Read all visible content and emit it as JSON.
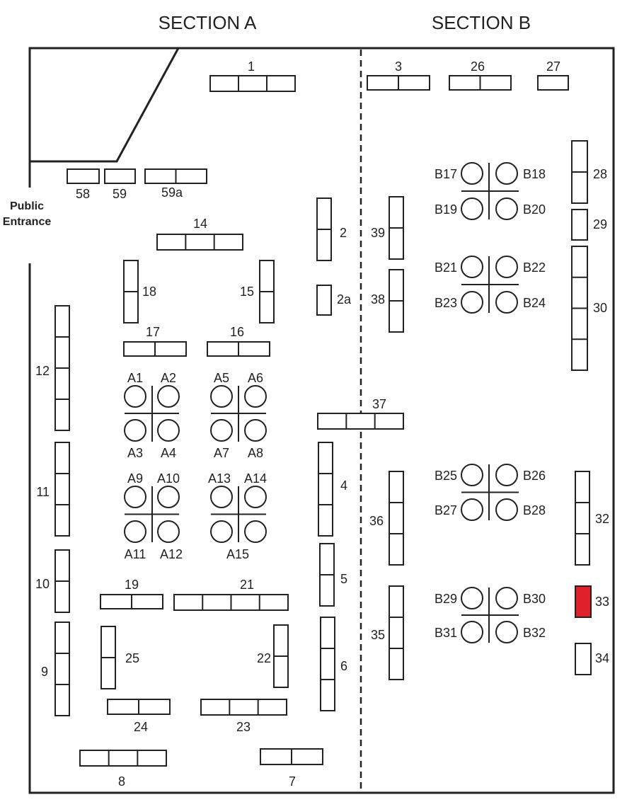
{
  "sections": {
    "a": "SECTION A",
    "b": "SECTION B"
  },
  "entrance": {
    "line1": "Public",
    "line2": "Entrance"
  },
  "colors": {
    "highlight": "#e0202a",
    "outline": "#222222"
  },
  "booths": [
    {
      "id": "b1",
      "label": "1",
      "cells": 3
    },
    {
      "id": "b3",
      "label": "3",
      "cells": 2
    },
    {
      "id": "b26",
      "label": "26",
      "cells": 2
    },
    {
      "id": "b27",
      "label": "27",
      "cells": 1
    },
    {
      "id": "b58",
      "label": "58",
      "cells": 1
    },
    {
      "id": "b59",
      "label": "59",
      "cells": 1
    },
    {
      "id": "b59a",
      "label": "59a",
      "cells": 2
    },
    {
      "id": "b14",
      "label": "14",
      "cells": 3
    },
    {
      "id": "b2",
      "label": "2",
      "cells": 2
    },
    {
      "id": "b2a",
      "label": "2a",
      "cells": 1
    },
    {
      "id": "b39",
      "label": "39",
      "cells": 2
    },
    {
      "id": "b38",
      "label": "38",
      "cells": 2
    },
    {
      "id": "b18",
      "label": "18",
      "cells": 2
    },
    {
      "id": "b15",
      "label": "15",
      "cells": 2
    },
    {
      "id": "b17",
      "label": "17",
      "cells": 2
    },
    {
      "id": "b16",
      "label": "16",
      "cells": 2
    },
    {
      "id": "b12",
      "label": "12",
      "cells": 4
    },
    {
      "id": "b37",
      "label": "37",
      "cells": 3
    },
    {
      "id": "b11",
      "label": "11",
      "cells": 3
    },
    {
      "id": "b4",
      "label": "4",
      "cells": 3
    },
    {
      "id": "b36",
      "label": "36",
      "cells": 3
    },
    {
      "id": "b10",
      "label": "10",
      "cells": 2
    },
    {
      "id": "b5",
      "label": "5",
      "cells": 2
    },
    {
      "id": "b19",
      "label": "19",
      "cells": 2
    },
    {
      "id": "b21",
      "label": "21",
      "cells": 4
    },
    {
      "id": "b35",
      "label": "35",
      "cells": 3
    },
    {
      "id": "b9",
      "label": "9",
      "cells": 3
    },
    {
      "id": "b25",
      "label": "25",
      "cells": 2
    },
    {
      "id": "b22",
      "label": "22",
      "cells": 2
    },
    {
      "id": "b6",
      "label": "6",
      "cells": 3
    },
    {
      "id": "b24",
      "label": "24",
      "cells": 2
    },
    {
      "id": "b23",
      "label": "23",
      "cells": 3
    },
    {
      "id": "b8",
      "label": "8",
      "cells": 3
    },
    {
      "id": "b7",
      "label": "7",
      "cells": 2
    },
    {
      "id": "b28",
      "label": "28",
      "cells": 2
    },
    {
      "id": "b29",
      "label": "29",
      "cells": 1
    },
    {
      "id": "b30",
      "label": "30",
      "cells": 4
    },
    {
      "id": "b32",
      "label": "32",
      "cells": 3
    },
    {
      "id": "b33",
      "label": "33",
      "cells": 1,
      "highlight": true
    },
    {
      "id": "b34",
      "label": "34",
      "cells": 1
    }
  ],
  "clusters": [
    {
      "id": "ca1",
      "labels": [
        "A1",
        "A2",
        "A3",
        "A4"
      ]
    },
    {
      "id": "ca5",
      "labels": [
        "A5",
        "A6",
        "A7",
        "A8"
      ]
    },
    {
      "id": "ca9",
      "labels": [
        "A9",
        "A10",
        "A11",
        "A12"
      ]
    },
    {
      "id": "ca13",
      "labels": [
        "A13",
        "A14",
        "A15"
      ]
    },
    {
      "id": "cb17",
      "labels": [
        "B17",
        "B18",
        "B19",
        "B20"
      ]
    },
    {
      "id": "cb21",
      "labels": [
        "B21",
        "B22",
        "B23",
        "B24"
      ]
    },
    {
      "id": "cb25",
      "labels": [
        "B25",
        "B26",
        "B27",
        "B28"
      ]
    },
    {
      "id": "cb29",
      "labels": [
        "B29",
        "B30",
        "B31",
        "B32"
      ]
    }
  ]
}
